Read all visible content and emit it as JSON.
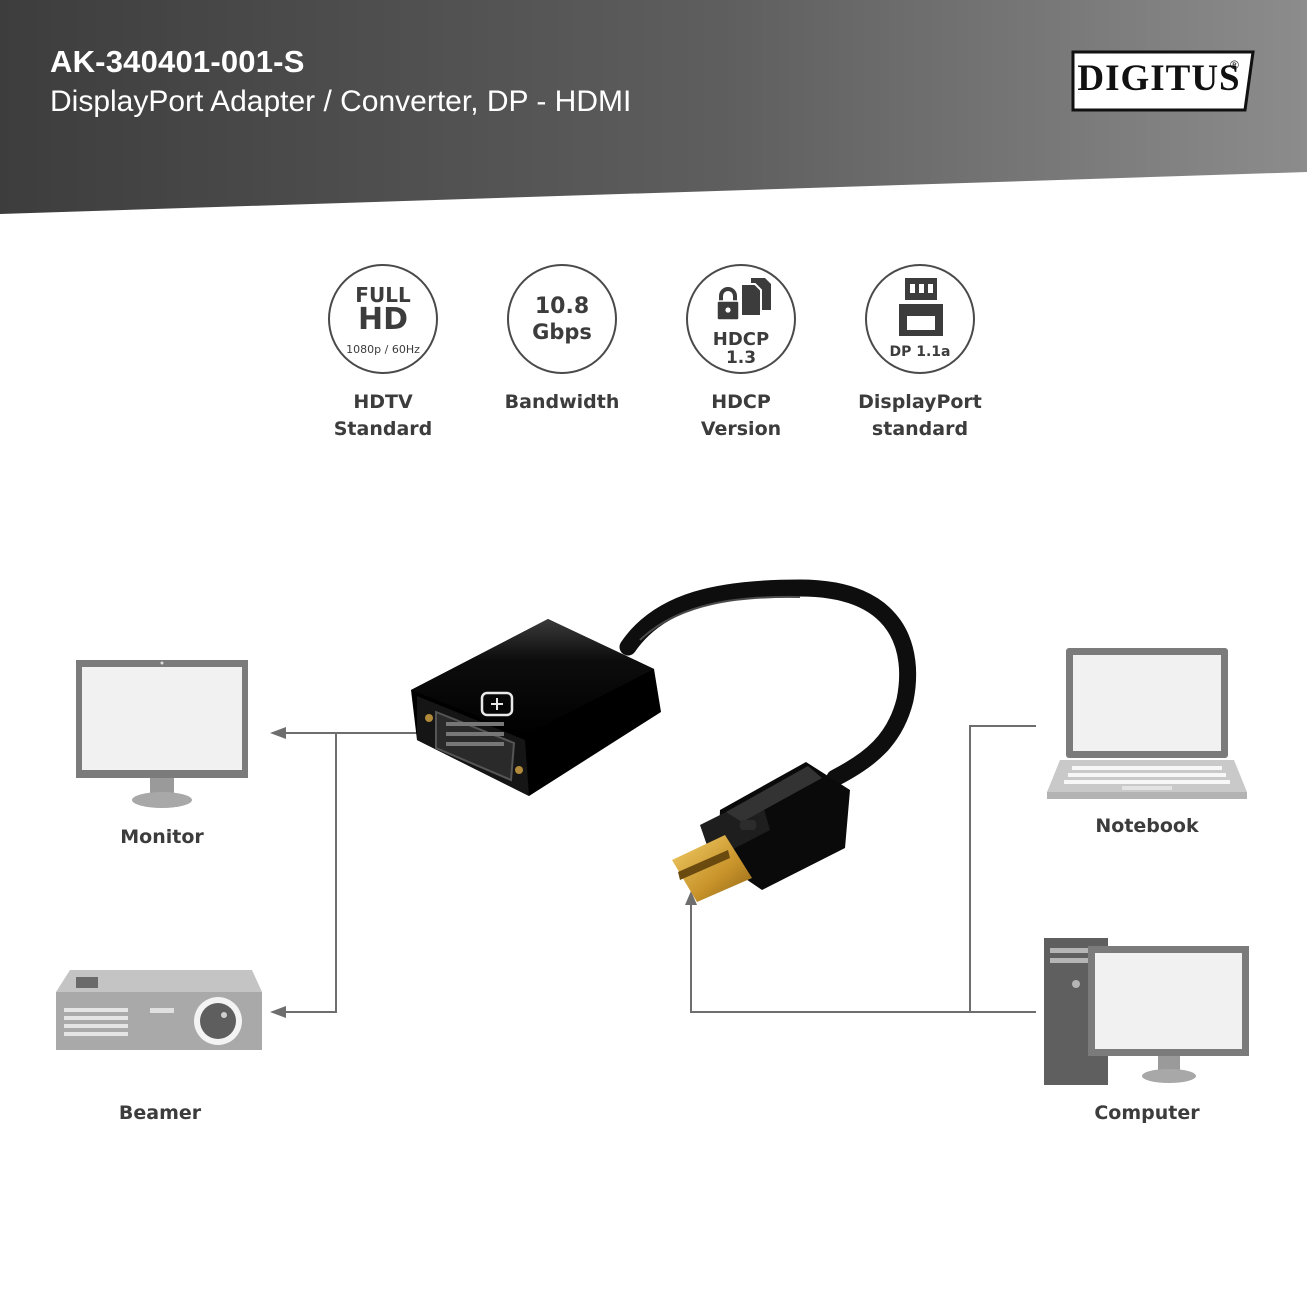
{
  "header": {
    "model": "AK-340401-001-S",
    "subtitle": "DisplayPort Adapter / Converter, DP - HDMI",
    "brand": "DIGITUS",
    "brand_mark": "®"
  },
  "features": [
    {
      "icon": "full-hd-icon",
      "icon_lines": [
        "FULL",
        "HD",
        "1080p / 60Hz"
      ],
      "caption": [
        "HDTV",
        "Standard"
      ]
    },
    {
      "icon": "bandwidth-icon",
      "icon_lines": [
        "10.8",
        "Gbps"
      ],
      "caption": [
        "Bandwidth"
      ]
    },
    {
      "icon": "hdcp-lock-icon",
      "icon_lines": [
        "HDCP",
        "1.3"
      ],
      "caption": [
        "HDCP",
        "Version"
      ]
    },
    {
      "icon": "displayport-connector-icon",
      "icon_lines": [
        "DP 1.1a"
      ],
      "caption": [
        "DisplayPort",
        "standard"
      ]
    }
  ],
  "devices": {
    "monitor": "Monitor",
    "beamer": "Beamer",
    "notebook": "Notebook",
    "computer": "Computer"
  },
  "colors": {
    "header_dark": "#3f3f3f",
    "header_light": "#8a8a8a",
    "text": "#3c3c3c",
    "device_gray": "#808080",
    "screen": "#f0f0f0",
    "line": "#6e6e6e",
    "adapter": "#111111",
    "connector_gold": "#d4a12a"
  }
}
